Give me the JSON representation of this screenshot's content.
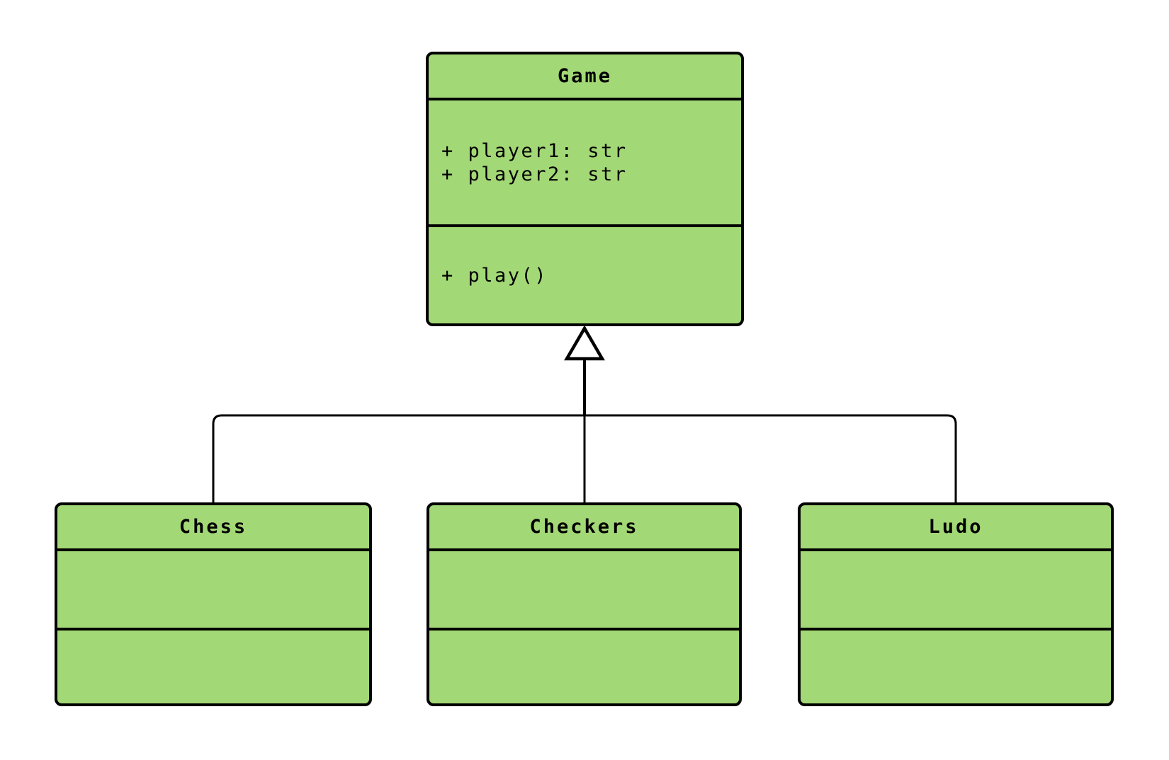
{
  "colors": {
    "background": "#ffffff",
    "node_fill": "#a3d876",
    "node_border": "#000000",
    "line": "#000000",
    "text": "#000000"
  },
  "classes": {
    "game": {
      "name": "Game",
      "attributes": [
        "+ player1: str",
        "+ player2: str"
      ],
      "methods": [
        "+ play()"
      ]
    },
    "chess": {
      "name": "Chess",
      "attributes": [],
      "methods": []
    },
    "checkers": {
      "name": "Checkers",
      "attributes": [],
      "methods": []
    },
    "ludo": {
      "name": "Ludo",
      "attributes": [],
      "methods": []
    }
  },
  "relations": [
    {
      "from": "Chess",
      "to": "Game",
      "type": "inheritance",
      "marker": "hollow-triangle"
    },
    {
      "from": "Checkers",
      "to": "Game",
      "type": "inheritance",
      "marker": "hollow-triangle"
    },
    {
      "from": "Ludo",
      "to": "Game",
      "type": "inheritance",
      "marker": "hollow-triangle"
    }
  ]
}
